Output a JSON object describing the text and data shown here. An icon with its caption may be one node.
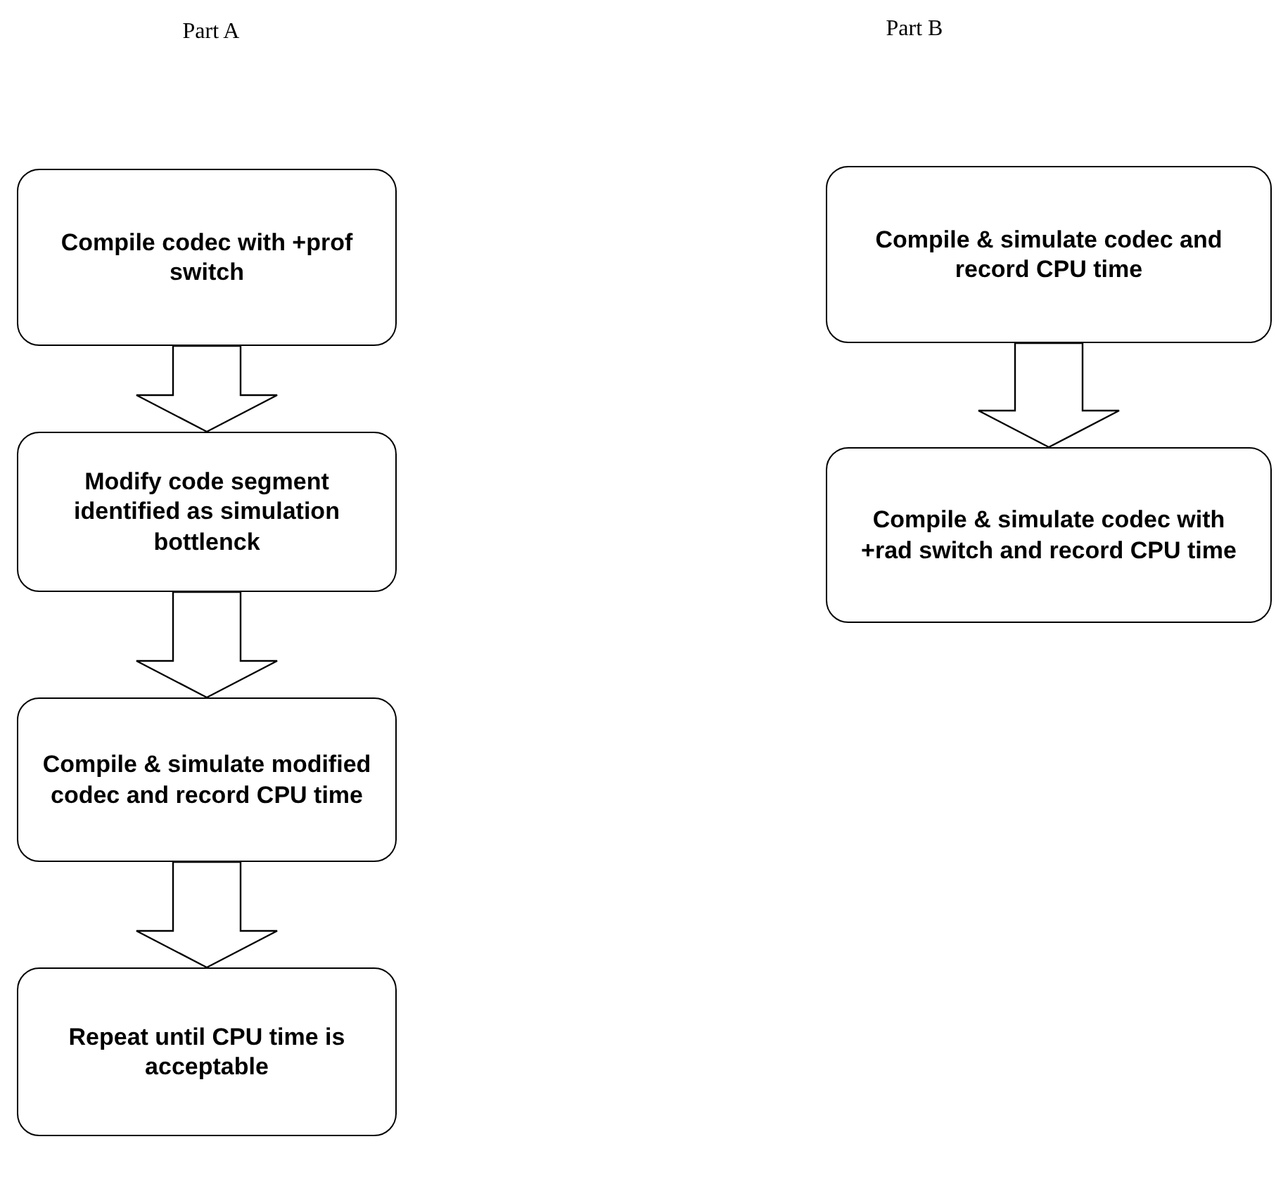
{
  "diagram": {
    "nodes": [
      {
        "text": [
          "Compile codec with +prof switch"
        ]
      },
      {
        "text": [
          "Modify code segment identified as simulation bottlenck"
        ]
      },
      {
        "text": [
          "Compile & simulate modified codec and record CPU time"
        ]
      },
      {
        "text": [
          "Repeat until CPU time is acceptable"
        ]
      },
      {
        "text": [
          "Compile & simulate codec and record CPU time"
        ]
      },
      {
        "text": [
          "Compile & simulate codec with +rad switch and record CPU time"
        ]
      }
    ],
    "edges": [
      {
        "from": 0,
        "to": 1,
        "arrow": "to"
      },
      {
        "from": 1,
        "to": 2,
        "arrow": "to"
      },
      {
        "from": 2,
        "to": 3,
        "arrow": "to"
      },
      {
        "from": 4,
        "to": 5,
        "arrow": "to"
      }
    ],
    "labels": [
      "Part A",
      "Part B"
    ]
  }
}
